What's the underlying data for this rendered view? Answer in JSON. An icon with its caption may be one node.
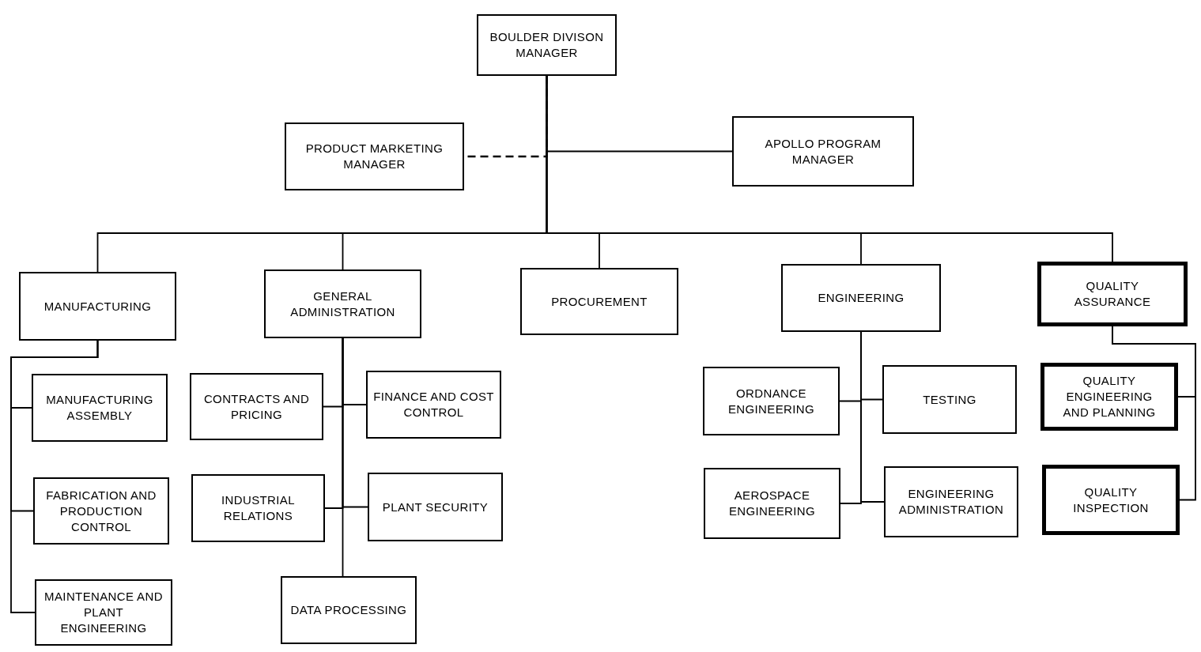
{
  "diagram": {
    "nodes": [
      {
        "text": [
          "BOULDER DIVISON MANAGER"
        ]
      },
      {
        "text": [
          "PRODUCT MARKETING MANAGER"
        ]
      },
      {
        "text": [
          "APOLLO PROGRAM MANAGER"
        ]
      },
      {
        "text": [
          "MANUFACTURING"
        ]
      },
      {
        "text": [
          "GENERAL ADMINISTRATION"
        ]
      },
      {
        "text": [
          "PROCUREMENT"
        ]
      },
      {
        "text": [
          "ENGINEERING"
        ]
      },
      {
        "text": [
          "QUALITY ASSURANCE"
        ]
      },
      {
        "text": [
          "MANUFACTURING ASSEMBLY"
        ]
      },
      {
        "text": [
          "FABRICATION AND PRODUCTION CONTROL"
        ]
      },
      {
        "text": [
          "MAINTENANCE AND PLANT ENGINEERING"
        ]
      },
      {
        "text": [
          "CONTRACTS AND PRICING"
        ]
      },
      {
        "text": [
          "FINANCE AND COST CONTROL"
        ]
      },
      {
        "text": [
          "INDUSTRIAL RELATIONS"
        ]
      },
      {
        "text": [
          "PLANT SECURITY"
        ]
      },
      {
        "text": [
          "DATA PROCESSING"
        ]
      },
      {
        "text": [
          "ORDNANCE ENGINEERING"
        ]
      },
      {
        "text": [
          "TESTING"
        ]
      },
      {
        "text": [
          "AEROSPACE ENGINEERING"
        ]
      },
      {
        "text": [
          "ENGINEERING ADMINISTRATION"
        ]
      },
      {
        "text": [
          "QUALITY ENGINEERING AND PLANNING"
        ]
      },
      {
        "text": [
          "QUALITY INSPECTION"
        ]
      }
    ],
    "edges": [
      {
        "from": 0,
        "to": 1,
        "arrow": "none",
        "style": "dashed"
      },
      {
        "from": 0,
        "to": 2,
        "arrow": "none"
      },
      {
        "from": 0,
        "to": 3,
        "arrow": "none"
      },
      {
        "from": 0,
        "to": 4,
        "arrow": "none"
      },
      {
        "from": 0,
        "to": 5,
        "arrow": "none"
      },
      {
        "from": 0,
        "to": 6,
        "arrow": "none"
      },
      {
        "from": 0,
        "to": 7,
        "arrow": "none"
      },
      {
        "from": 3,
        "to": 8,
        "arrow": "none"
      },
      {
        "from": 3,
        "to": 9,
        "arrow": "none"
      },
      {
        "from": 3,
        "to": 10,
        "arrow": "none"
      },
      {
        "from": 4,
        "to": 11,
        "arrow": "none"
      },
      {
        "from": 4,
        "to": 12,
        "arrow": "none"
      },
      {
        "from": 4,
        "to": 13,
        "arrow": "none"
      },
      {
        "from": 4,
        "to": 14,
        "arrow": "none"
      },
      {
        "from": 4,
        "to": 15,
        "arrow": "none"
      },
      {
        "from": 6,
        "to": 16,
        "arrow": "none"
      },
      {
        "from": 6,
        "to": 17,
        "arrow": "none"
      },
      {
        "from": 6,
        "to": 18,
        "arrow": "none"
      },
      {
        "from": 6,
        "to": 19,
        "arrow": "none"
      },
      {
        "from": 7,
        "to": 20,
        "arrow": "none"
      },
      {
        "from": 7,
        "to": 21,
        "arrow": "none"
      }
    ]
  }
}
